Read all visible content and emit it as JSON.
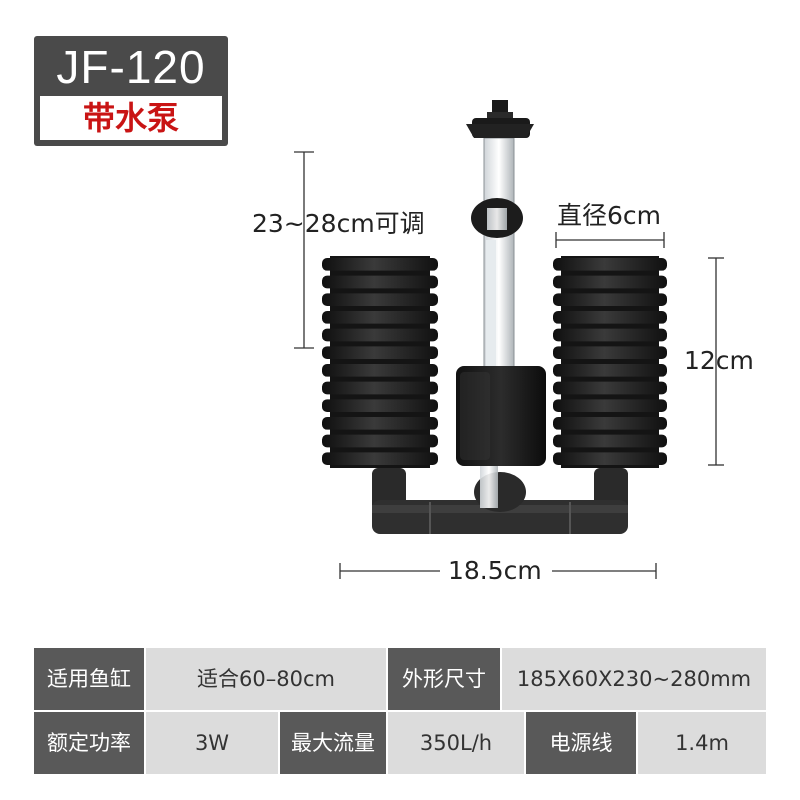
{
  "model": {
    "code": "JF-120",
    "subtitle": "带水泵"
  },
  "dimensions": {
    "height_adjustable": "23~28cm可调",
    "diameter": "直径6cm",
    "sponge_height": "12cm",
    "width": "18.5cm"
  },
  "specs": {
    "row1": {
      "k1": "适用鱼缸",
      "v1": "适合60–80cm",
      "k2": "外形尺寸",
      "v2": "185X60X230~280mm"
    },
    "row2": {
      "k1": "额定功率",
      "v1": "3W",
      "k2": "最大流量",
      "v2": "350L/h",
      "k3": "电源线",
      "v3": "1.4m"
    }
  },
  "colors": {
    "label_bg": "#595959",
    "value_bg": "#dcdcdc",
    "accent_red": "#c91414",
    "sponge": "#1e1e1e"
  }
}
